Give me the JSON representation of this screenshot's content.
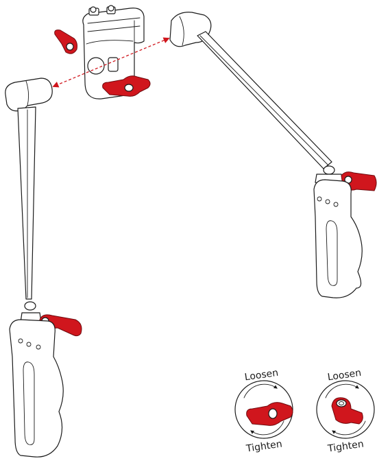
{
  "colors": {
    "lever": "#d0161d",
    "lever_dark": "#6e0a0e",
    "outline": "#1a1a1a",
    "background": "#ffffff"
  },
  "icons": [
    "loosen-tighten-lever-icon",
    "loosen-tighten-knob-icon"
  ],
  "legend": {
    "lever": {
      "loosen_label": "Loosen",
      "tighten_label": "Tighten"
    },
    "knob": {
      "loosen_label": "Loosen",
      "tighten_label": "Tighten"
    }
  }
}
